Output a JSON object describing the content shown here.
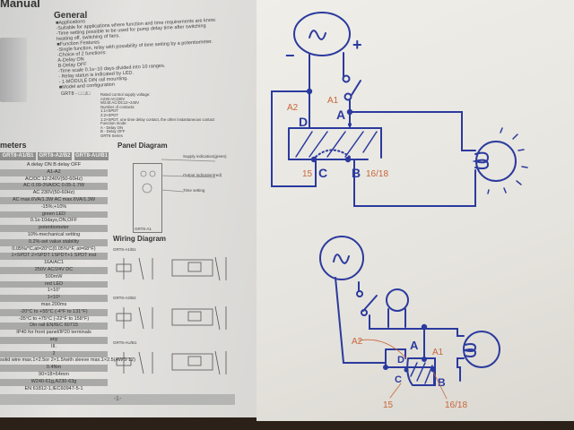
{
  "manual": {
    "title": "Manual",
    "general_heading": "General",
    "general_lines": [
      "■Applications",
      "-Suitable for applications where function and time requirements are know.",
      "-Time setting possible to be used for pump delay time after switching",
      "heating off, switching of fans.",
      "■Function Features",
      "-Single function, relay with possibility of time setting by a potentiometer.",
      "-Choice of 2 functions:",
      "A-Delay ON",
      "B-Delay OFF",
      "-Time scale 0.1s~10 days divided into 10 ranges.",
      "- Relay status is indicated by LED.",
      "- 1-MODULE DIN rail mounting.",
      "■Model and configuration"
    ],
    "model_code": "GRT8 - □ □/□",
    "model_notes": [
      "Rated control supply voltage:",
      "A230:AC230V",
      "W240:AC/DC12~240V",
      "Number of contacts:",
      "1:1×SPDT",
      "2:2×SPDT",
      "1:2×SPDT, one time delay contact, the other instantaneous contact",
      "Function mode:",
      "A - Delay ON",
      "B - Delay OFF",
      "GRT8 Series"
    ],
    "params_heading": "meters",
    "tabs": [
      "GRT8-A1/B1",
      "GRT8-A2/B2",
      "GRT8-AU/B1"
    ],
    "rows": [
      "A delay ON B delay OFF",
      "A1-A2",
      "AC/DC 12-240V(50-60Hz)",
      "AC 0.09-3VA/DC 0.05-1.7W",
      "AC 230V(50-60Hz)",
      "AC max.6VA/1.3W   AC max.6VA/1.3W",
      "-15%;+10%",
      "green LED",
      "0.1s-10days,ON,OFF",
      "potentiometer",
      "10%-mechanical setting",
      "0.2%-set value stability",
      "0.05%/°C,at=20°C(0.05%/°F, at=68°F)",
      "1×SPDT   2×SPDT   1SPDT+1 SPDT inst",
      "16A/AC1",
      "250V AC/24V DC",
      "500mW",
      "red LED",
      "1×10⁷",
      "1×10⁵",
      "max.200ms",
      "-20°C to +55°C (-4°F to 131°F)",
      "-35°C to +75°C (-22°F to 158°F)",
      "Din rail EN/IEC 60715",
      "IP40 for front panel/IP20 terminals",
      "any",
      "III.",
      "2",
      "solid wire max.1×2.5or 2×1.5/with sleeve max.1×2.5(AWG 12)",
      "0.4Nm",
      "90×18×64mm",
      "W240-61g,A230-63g",
      "EN 61812-1,IEC60947-5-1"
    ],
    "panel_heading": "Panel Diagram",
    "panel_labels": [
      "Supply indication(green)",
      "Output indication(red)",
      "Time setting"
    ],
    "panel_model": "GRT8-A1",
    "wiring_heading": "Wiring Diagram",
    "wiring_models": [
      "GRT8-A1/B1",
      "GRT8-A2/B2",
      "GRT8-AU/B1"
    ],
    "page_number": "-1-"
  },
  "sketch_top": {
    "plus": "+",
    "minus": "−",
    "A": "A",
    "A1": "A1",
    "D": "D",
    "A2": "A2",
    "C": "C",
    "B": "B",
    "n15": "15",
    "n16_18": "16/18"
  },
  "sketch_bottom": {
    "A": "A",
    "A1": "A1",
    "A2": "A2",
    "D": "D",
    "C": "C",
    "B": "B",
    "n15": "15",
    "n16_18": "16/18"
  },
  "colors": {
    "ink_blue": "#2b3a9e",
    "ink_orange": "#c8663a"
  }
}
